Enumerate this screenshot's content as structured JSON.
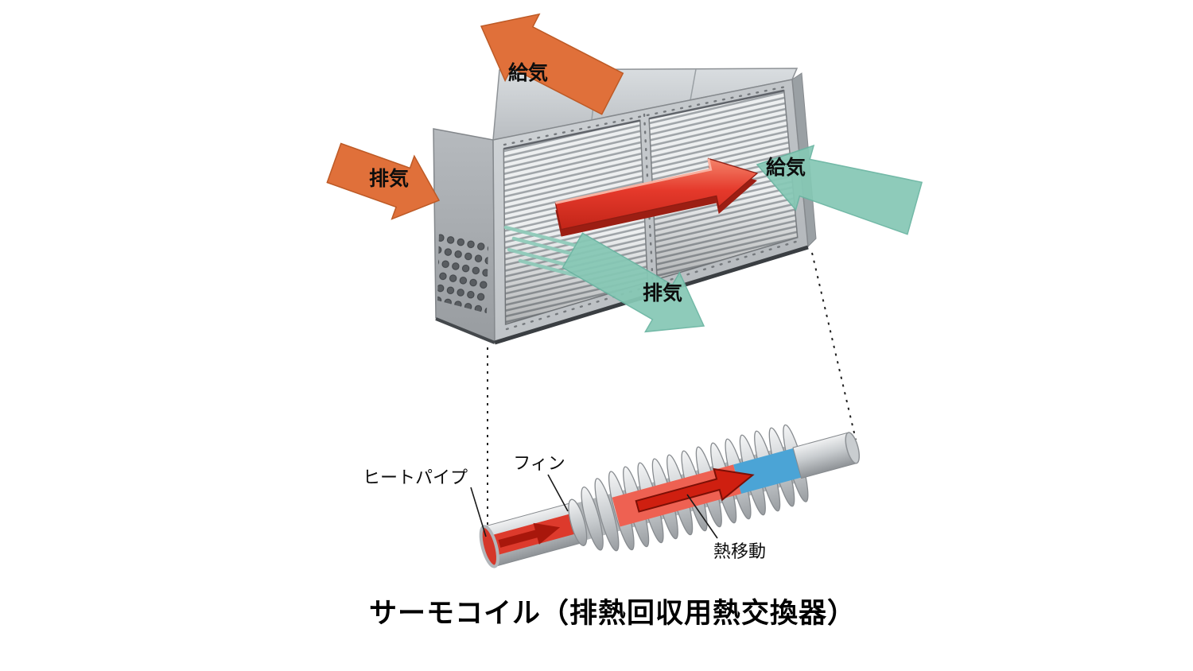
{
  "diagram": {
    "caption": "サーモコイル（排熱回収用熱交換器）",
    "arrows": {
      "supply_top": "給気",
      "exhaust_left": "排気",
      "supply_right": "給気",
      "exhaust_bottom": "排気"
    },
    "detail_labels": {
      "heat_pipe": "ヒートパイプ",
      "fin": "フィン",
      "heat_transfer": "熱移動"
    },
    "colors": {
      "hot_air": "#e0703a",
      "cool_air": "#86c8b5",
      "hot_section": "#ee6152",
      "cold_section": "#4ba4d6",
      "heat_arrow": "#cf1f10"
    }
  }
}
